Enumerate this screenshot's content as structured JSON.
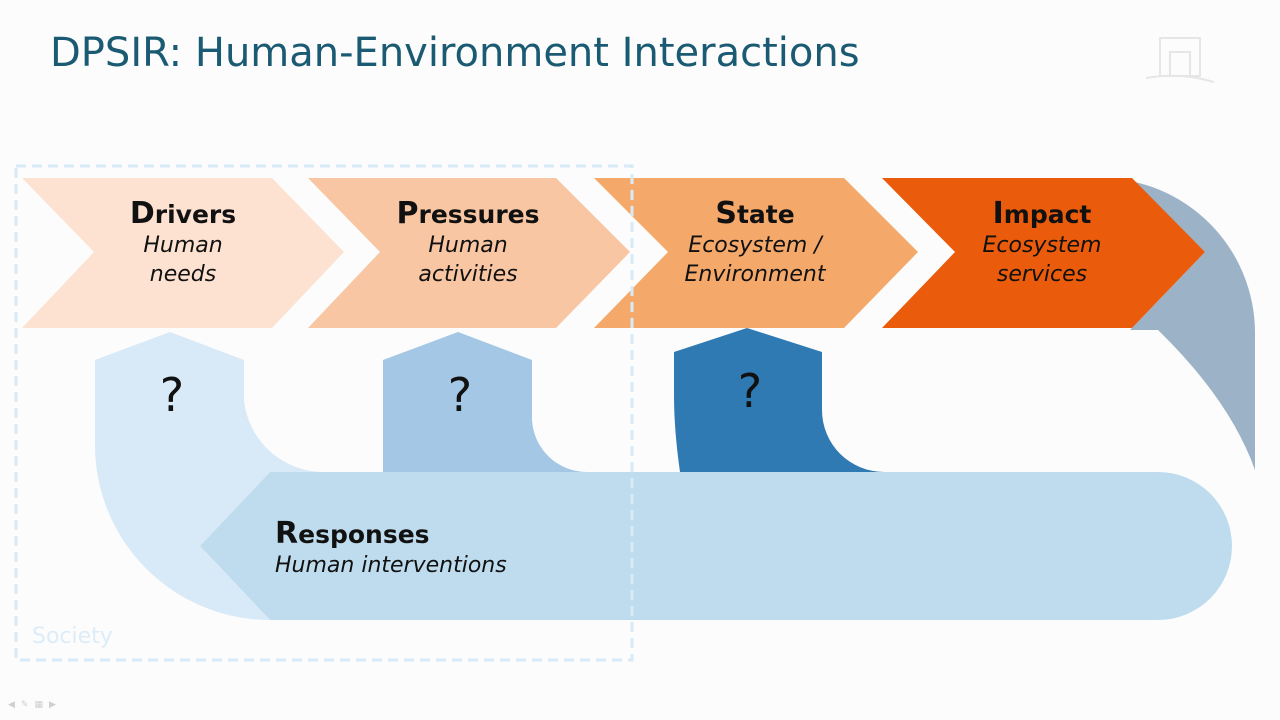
{
  "slide": {
    "title": "DPSIR: Human-Environment Interactions"
  },
  "steps": [
    {
      "initial": "D",
      "rest": "rivers",
      "line1": "Human",
      "line2": "needs"
    },
    {
      "initial": "P",
      "rest": "ressures",
      "line1": "Human",
      "line2": "activities"
    },
    {
      "initial": "S",
      "rest": "tate",
      "line1": "Ecosystem /",
      "line2": "Environment"
    },
    {
      "initial": "I",
      "rest": "mpact",
      "line1": "Ecosystem",
      "line2": "services"
    }
  ],
  "responses": {
    "initial": "R",
    "rest": "esponses",
    "line1": "Human interventions"
  },
  "unknowns": [
    "?",
    "?",
    "?"
  ],
  "society_label": "Society",
  "colors": {
    "title": "#1a5a72",
    "drivers": "#fde2d2",
    "pressures": "#f8c6a2",
    "state": "#f4a96b",
    "impact": "#ea5b0c",
    "loop": "#9cb2c6",
    "responses": "#bedcee",
    "arrow_light": "#d8e9f7",
    "arrow_mid": "#a3c7e4",
    "arrow_dark": "#2f7ab3",
    "society_box": "#d7eaf8"
  },
  "icons": [
    "presentation-logo-icon",
    "nav-prev-icon",
    "nav-pen-icon",
    "nav-slides-icon",
    "nav-next-icon"
  ]
}
